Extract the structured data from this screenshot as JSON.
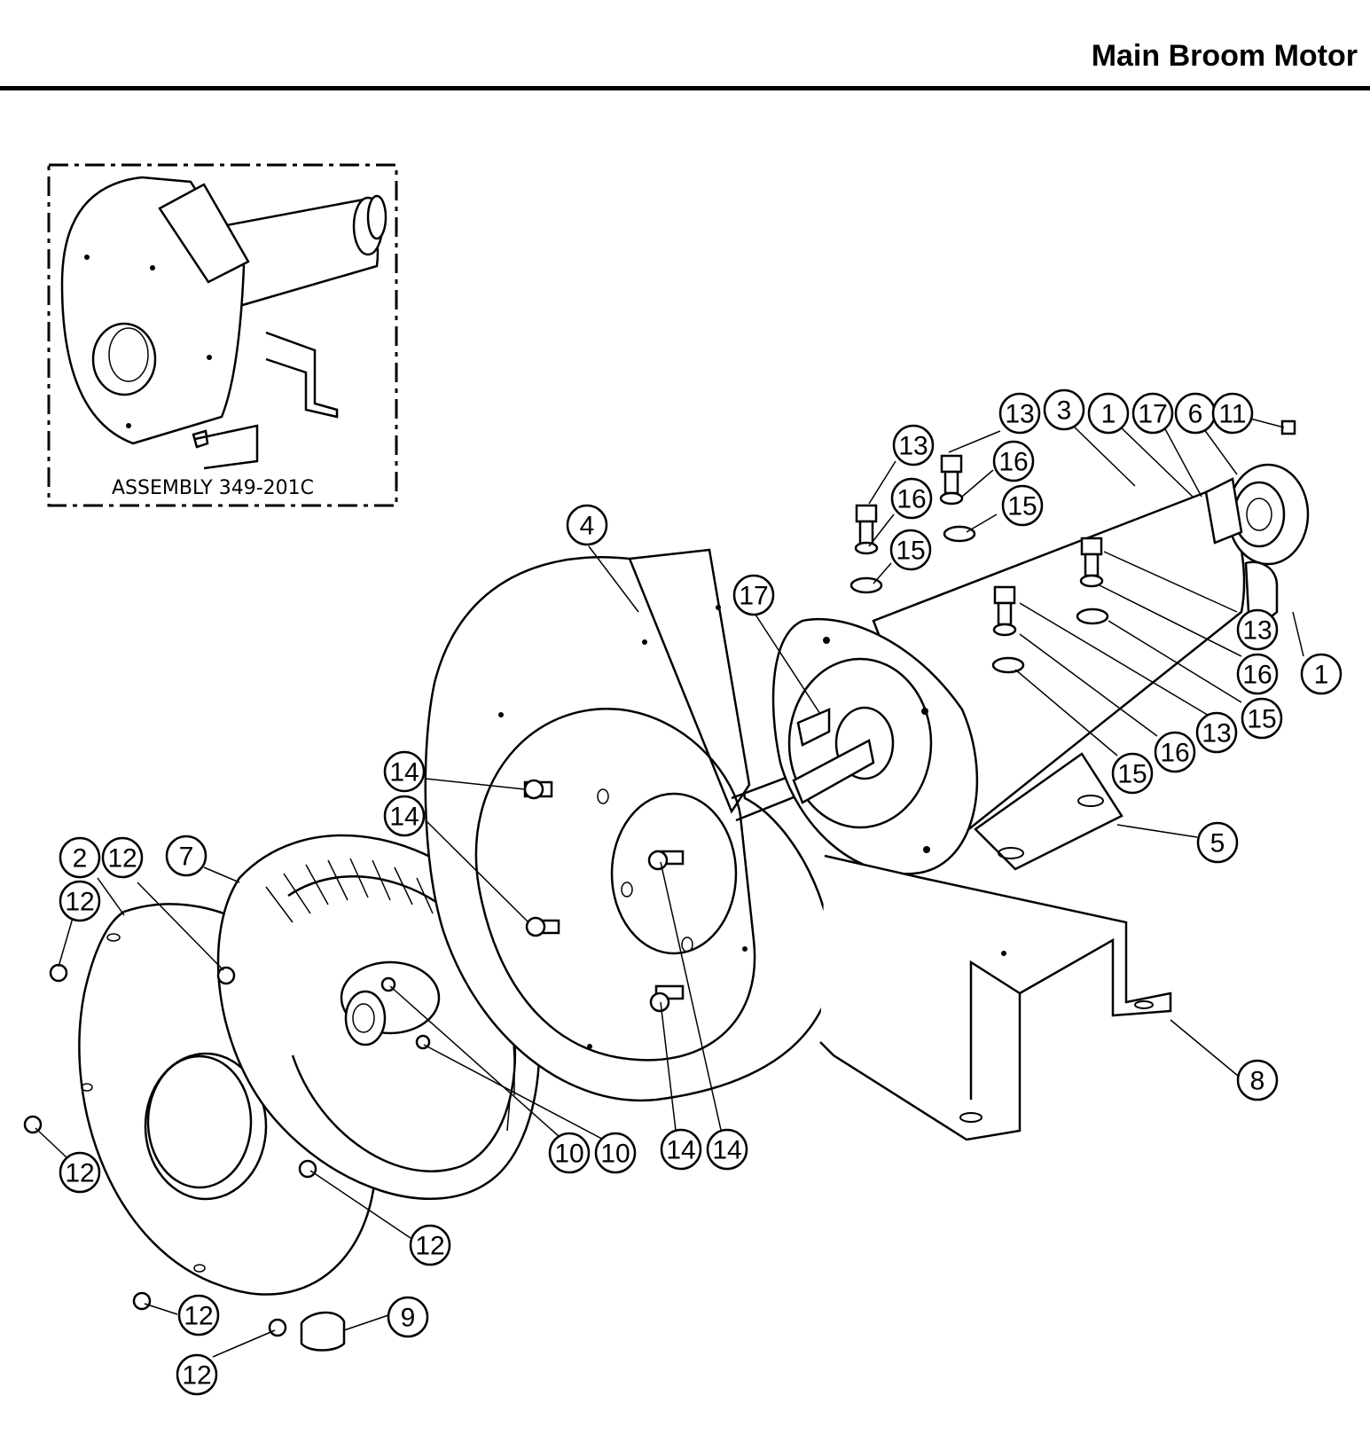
{
  "header": {
    "title": "Main Broom Motor"
  },
  "inset": {
    "label": "ASSEMBLY 349-201C"
  },
  "callouts": [
    {
      "label": "13"
    },
    {
      "label": "3"
    },
    {
      "label": "1"
    },
    {
      "label": "17"
    },
    {
      "label": "6"
    },
    {
      "label": "11"
    },
    {
      "label": "13"
    },
    {
      "label": "16"
    },
    {
      "label": "16"
    },
    {
      "label": "15"
    },
    {
      "label": "15"
    },
    {
      "label": "4"
    },
    {
      "label": "17"
    },
    {
      "label": "13"
    },
    {
      "label": "16"
    },
    {
      "label": "1"
    },
    {
      "label": "15"
    },
    {
      "label": "13"
    },
    {
      "label": "16"
    },
    {
      "label": "15"
    },
    {
      "label": "14"
    },
    {
      "label": "14"
    },
    {
      "label": "5"
    },
    {
      "label": "2"
    },
    {
      "label": "12"
    },
    {
      "label": "7"
    },
    {
      "label": "12"
    },
    {
      "label": "8"
    },
    {
      "label": "10"
    },
    {
      "label": "10"
    },
    {
      "label": "14"
    },
    {
      "label": "14"
    },
    {
      "label": "12"
    },
    {
      "label": "12"
    },
    {
      "label": "12"
    },
    {
      "label": "9"
    },
    {
      "label": "12"
    }
  ]
}
